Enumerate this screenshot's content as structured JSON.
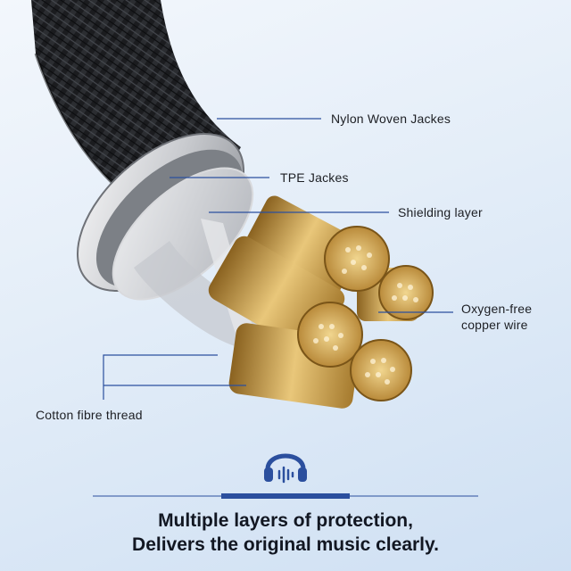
{
  "labels": {
    "nylon": "Nylon Woven Jackes",
    "tpe": "TPE Jackes",
    "shielding": "Shielding layer",
    "copper_line1": "Oxygen-free",
    "copper_line2": "copper wire",
    "cotton": "Cotton fibre thread"
  },
  "headline": {
    "line1": "Multiple layers of protection,",
    "line2": "Delivers the original music clearly."
  },
  "icon": "headphones-icon",
  "colors": {
    "accent": "#2b4f9e",
    "copper": "#c9a24f",
    "braid": "#1c1d20",
    "text": "#1d1f24"
  }
}
